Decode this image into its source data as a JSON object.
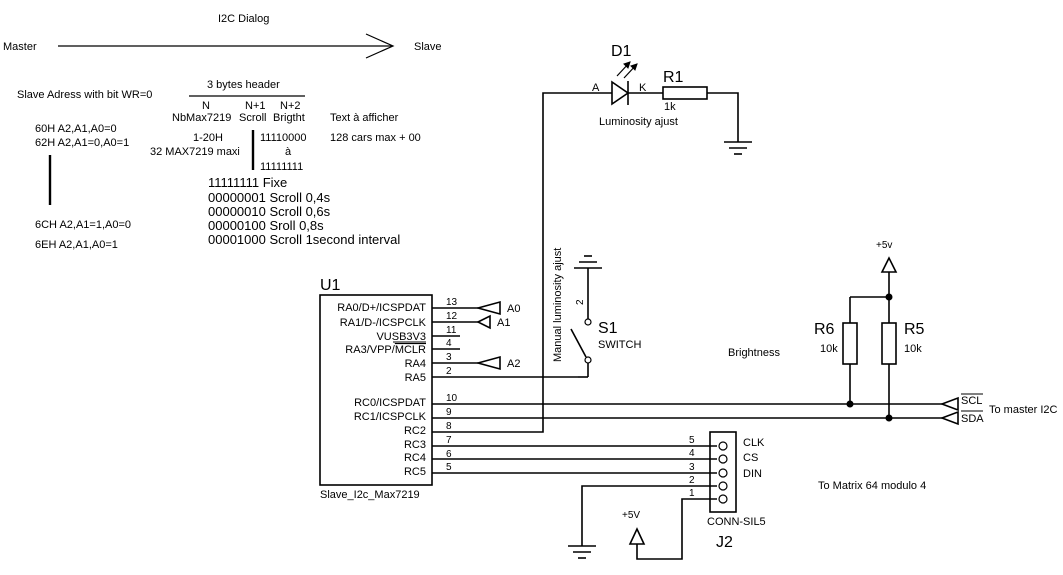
{
  "dialog": {
    "title": "I2C Dialog",
    "master": "Master",
    "slave": "Slave"
  },
  "protocol": {
    "slave_address_label": "Slave Adress with bit WR=0",
    "header_label": "3 bytes header",
    "col_n": "N",
    "col_n1": "N+1",
    "col_n2": "N+2",
    "col_n_name": "NbMax7219",
    "col_n1_name": "Scroll",
    "col_n2_name": "Brigtht",
    "text_label": "Text à afficher",
    "addr_60": "60H     A2,A1,A0=0",
    "addr_62": "62H   A2,A1=0,A0=1",
    "addr_6c": "6CH   A2,A1=1,A0=0",
    "addr_6e": "6EH   A2,A1,A0=1",
    "n_range": "1-20H",
    "n_desc": "32 MAX7219 maxi",
    "bright_min": "11110000",
    "bright_a": "à",
    "bright_max": "11111111",
    "text_desc": "128 cars max +  00",
    "scroll_options": [
      "11111111 Fixe",
      "00000001 Scroll 0,4s",
      "00000010 Scroll 0,6s",
      "00000100 Sroll 0,8s",
      "00001000 Scroll 1second interval"
    ]
  },
  "u1": {
    "ref": "U1",
    "name": "Slave_I2c_Max7219",
    "pins": [
      {
        "label": "RA0/D+/ICSPDAT",
        "num": "13"
      },
      {
        "label": "RA1/D-/ICSPCLK",
        "num": "12"
      },
      {
        "label": "VUSB3V3",
        "num": "11"
      },
      {
        "label": "RA3/VPP/",
        "label_over": "MCLR",
        "num": "4"
      },
      {
        "label": "RA4",
        "num": "3"
      },
      {
        "label": "RA5",
        "num": "2"
      },
      {
        "label": "RC0/ICSPDAT",
        "num": "10"
      },
      {
        "label": "RC1/ICSPCLK",
        "num": "9"
      },
      {
        "label": "RC2",
        "num": "8"
      },
      {
        "label": "RC3",
        "num": "7"
      },
      {
        "label": "RC4",
        "num": "6"
      },
      {
        "label": "RC5",
        "num": "5"
      }
    ]
  },
  "terminals": {
    "a0": "A0",
    "a1": "A1",
    "a2": "A2",
    "scl": "SCL",
    "sda": "SDA",
    "to_master": "To master I2C"
  },
  "d1": {
    "ref": "D1",
    "anode": "A",
    "cathode": "K",
    "desc": "Luminosity ajust"
  },
  "r1": {
    "ref": "R1",
    "value": "1k"
  },
  "s1": {
    "ref": "S1",
    "type": "SWITCH",
    "pin": "2",
    "label": "Manual luminosity ajust"
  },
  "r6": {
    "ref": "R6",
    "value": "10k"
  },
  "r5": {
    "ref": "R5",
    "value": "10k"
  },
  "brightness": "Brightness",
  "vcc_label": "+5v",
  "j2": {
    "ref": "J2",
    "type": "CONN-SIL5",
    "pins": [
      "5",
      "4",
      "3",
      "2",
      "1"
    ],
    "signals": [
      "CLK",
      "CS",
      "DIN"
    ],
    "vcc": "+5V",
    "to_matrix": "To Matrix 64 modulo 4"
  }
}
